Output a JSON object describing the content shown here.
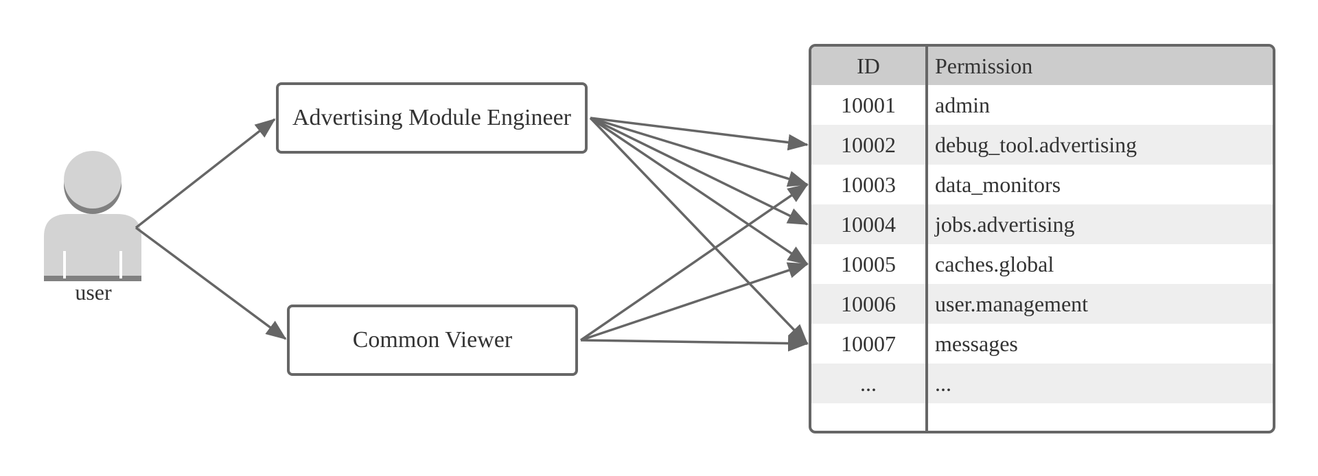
{
  "user": {
    "label": "user"
  },
  "roles": {
    "engineer": "Advertising Module Engineer",
    "viewer": "Common Viewer"
  },
  "table": {
    "headers": {
      "id": "ID",
      "permission": "Permission"
    },
    "rows": [
      {
        "id": "10001",
        "permission": "admin"
      },
      {
        "id": "10002",
        "permission": "debug_tool.advertising"
      },
      {
        "id": "10003",
        "permission": "data_monitors"
      },
      {
        "id": "10004",
        "permission": "jobs.advertising"
      },
      {
        "id": "10005",
        "permission": "caches.global"
      },
      {
        "id": "10006",
        "permission": "user.management"
      },
      {
        "id": "10007",
        "permission": "messages"
      },
      {
        "id": "...",
        "permission": "..."
      }
    ]
  },
  "mappings": {
    "engineer": [
      "10002",
      "10003",
      "10004",
      "10005",
      "10007"
    ],
    "viewer": [
      "10003",
      "10005",
      "10007"
    ]
  },
  "colors": {
    "line": "#666666",
    "header_fill": "#cccccc",
    "stripe_fill": "#eeeeee",
    "user_icon": "#d3d3d3"
  }
}
